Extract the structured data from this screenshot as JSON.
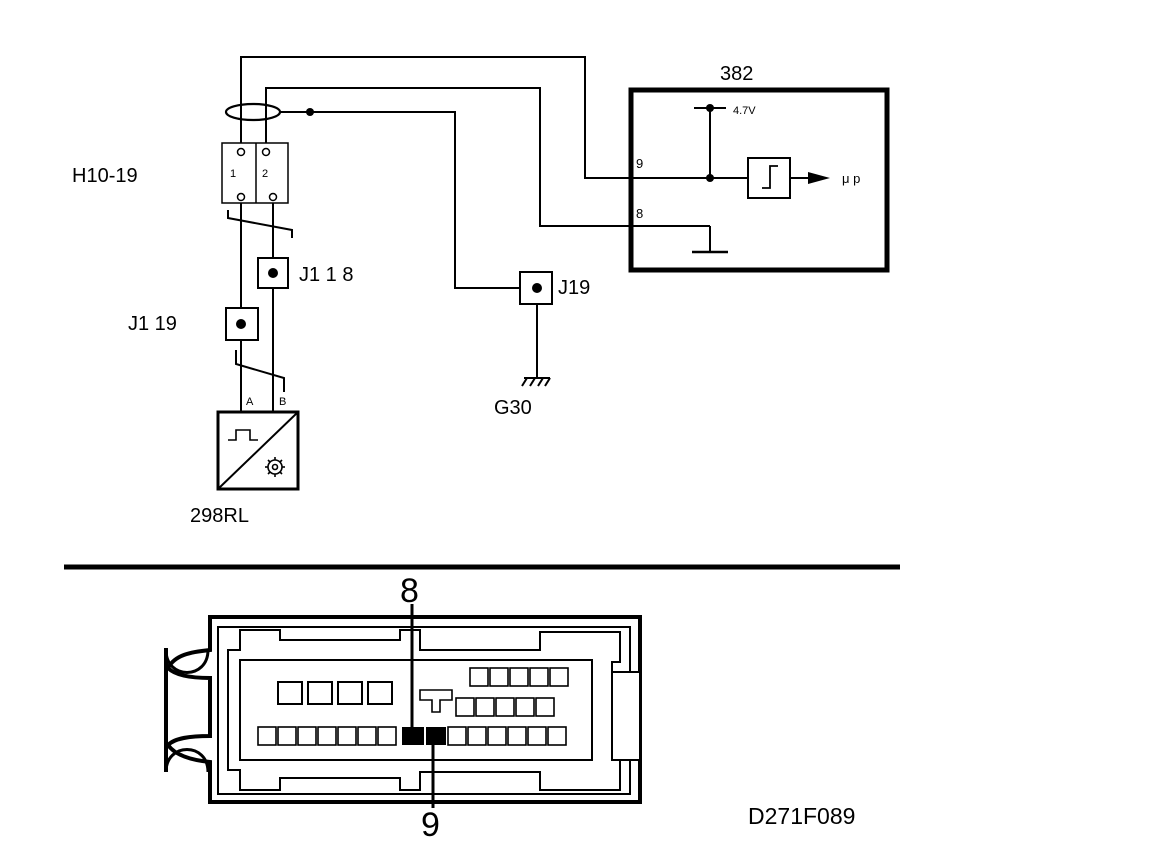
{
  "schematic": {
    "ecu": {
      "id": "382",
      "pin_9": "9",
      "pin_8": "8",
      "supply": "4.7V",
      "output": "μ p"
    },
    "connector_block": {
      "id": "H10-19",
      "cell_1": "1",
      "cell_2": "2"
    },
    "junctions": {
      "j1_18": "J1  1 8",
      "j1_19": "J1  19",
      "j19": "J19"
    },
    "ground": {
      "id": "G30"
    },
    "sensor": {
      "id": "298RL",
      "pin_a": "A",
      "pin_b": "B"
    }
  },
  "connector_view": {
    "pin_top": "8",
    "pin_bottom": "9"
  },
  "figure_code": "D271F089"
}
